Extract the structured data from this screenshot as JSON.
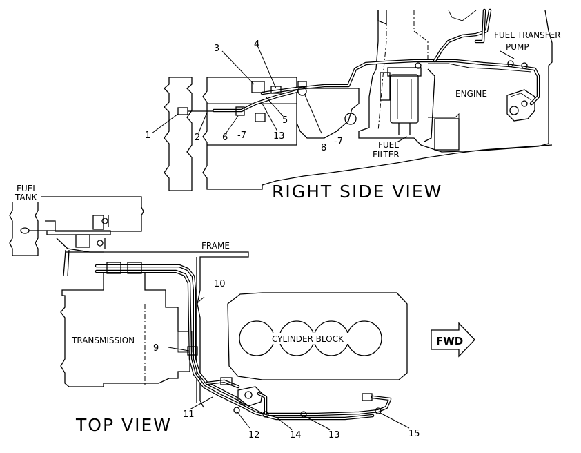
{
  "views": {
    "right_side_title": "RIGHT SIDE VIEW",
    "top_title": "TOP VIEW"
  },
  "labels": {
    "fuel_transfer": "FUEL TRANSFER",
    "pump": "PUMP",
    "engine": "ENGINE",
    "fuel": "FUEL",
    "filter": "FILTER",
    "fuel_tank_1": "FUEL",
    "fuel_tank_2": "TANK",
    "frame": "FRAME",
    "transmission": "TRANSMISSION",
    "cylinder_block": "CYLINDER BLOCK",
    "fwd": "FWD"
  },
  "callouts": {
    "c1": "1",
    "c2": "2",
    "c3": "3",
    "c4": "4",
    "c5": "5",
    "c6": "6",
    "c6_suffix": "-7",
    "c13a": "13",
    "c8": "8",
    "c8_suffix": "-7",
    "c9": "9",
    "c10": "10",
    "c11": "11",
    "c12": "12",
    "c14": "14",
    "c13b": "13",
    "c15": "15"
  }
}
